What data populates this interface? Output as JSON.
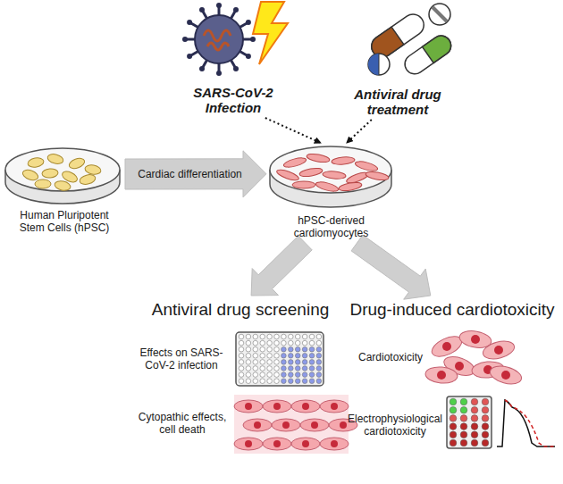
{
  "diagram": {
    "nodes": [
      {
        "text": [
          "SARS-CoV-2 Infection"
        ]
      },
      {
        "text": [
          "Antiviral drug treatment"
        ]
      },
      {
        "text": [
          "Human Pluripotent Stem Cells (hPSC)"
        ]
      },
      {
        "text": [
          "hPSC-derived cardiomyocytes"
        ]
      },
      {
        "text": [
          "Antiviral drug screening"
        ]
      },
      {
        "text": [
          "Drug-induced cardiotoxicity"
        ]
      },
      {
        "text": [
          "Effects on SARS-CoV-2 infection"
        ]
      },
      {
        "text": [
          "Cytopathic effects, cell death"
        ]
      },
      {
        "text": [
          "Cardiotoxicity"
        ]
      },
      {
        "text": [
          "Electrophysiological cardiotoxicity"
        ]
      }
    ],
    "edges": [
      {
        "from": 0,
        "to": 3,
        "arrow": "to"
      },
      {
        "from": 1,
        "to": 3,
        "arrow": "to"
      },
      {
        "from": 2,
        "to": 3,
        "label": "Cardiac differentiation",
        "arrow": "to"
      },
      {
        "from": 3,
        "to": 4,
        "arrow": "to"
      },
      {
        "from": 3,
        "to": 5,
        "arrow": "to"
      }
    ]
  }
}
